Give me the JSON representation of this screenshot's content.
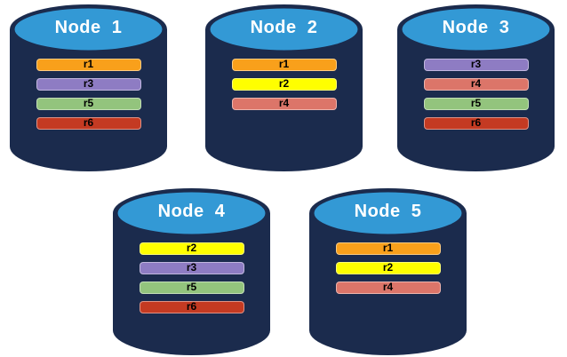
{
  "colors": {
    "cylinder_body": "#1B2B4D",
    "cylinder_cap": "#3399D5",
    "replicas": {
      "r1": "#F9A01B",
      "r2": "#FFFF00",
      "r3": "#8E7CC3",
      "r4": "#DC7569",
      "r5": "#93C47D",
      "r6": "#C43A22"
    }
  },
  "nodes": [
    {
      "label": "Node  1",
      "replicas": [
        "r1",
        "r3",
        "r5",
        "r6"
      ]
    },
    {
      "label": "Node  2",
      "replicas": [
        "r1",
        "r2",
        "r4"
      ]
    },
    {
      "label": "Node  3",
      "replicas": [
        "r3",
        "r4",
        "r5",
        "r6"
      ]
    },
    {
      "label": "Node  4",
      "replicas": [
        "r2",
        "r3",
        "r5",
        "r6"
      ]
    },
    {
      "label": "Node  5",
      "replicas": [
        "r1",
        "r2",
        "r4"
      ]
    }
  ]
}
